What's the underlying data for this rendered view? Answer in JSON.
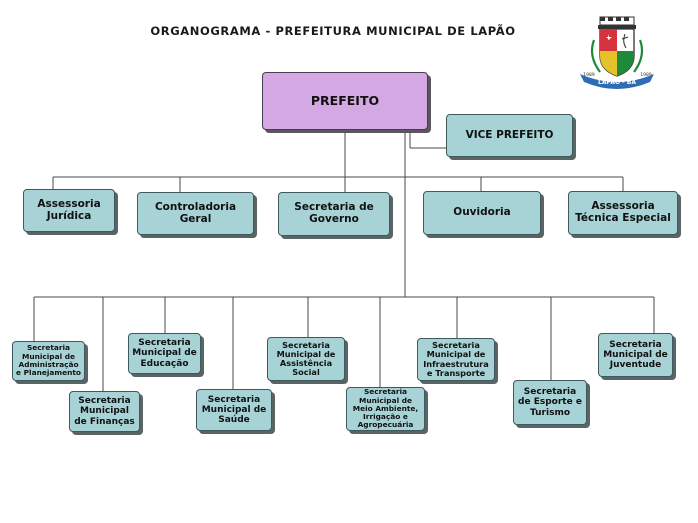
{
  "header": {
    "title": "ORGANOGRAMA - PREFEITURA MUNICIPAL DE LAPÃO"
  },
  "crest": {
    "ribbon_text": "LAPÃO - BA",
    "year_left": "1989",
    "year_right": "1989"
  },
  "colors": {
    "boss_fill": "#d4a8e2",
    "unit_fill": "#a8d3d6",
    "line": "#4a4a4a"
  },
  "org": {
    "prefeito": "PREFEITO",
    "vice": "VICE PREFEITO",
    "level1": {
      "assessoria_juridica": "Assessoria Jurídica",
      "controladoria": "Controladoria Geral",
      "sec_governo": "Secretaria de Governo",
      "ouvidoria": "Ouvidoria",
      "assessoria_tecnica": "Assessoria Técnica Especial"
    },
    "level2": {
      "administracao": "Secretaria Municipal de Administração e Planejamento",
      "financas": "Secretaria Municipal de Finanças",
      "educacao": "Secretaria Municipal de Educação",
      "saude": "Secretaria Municipal de Saúde",
      "assistencia": "Secretaria Municipal de Assistência Social",
      "meio_ambiente": "Secretaria Municipal de Meio Ambiente, Irrigação e Agropecuária",
      "infraestrutura": "Secretaria Municipal de Infraestrutura e Transporte",
      "esporte": "Secretaria de Esporte e Turismo",
      "juventude": "Secretaria Municipal de Juventude"
    }
  }
}
